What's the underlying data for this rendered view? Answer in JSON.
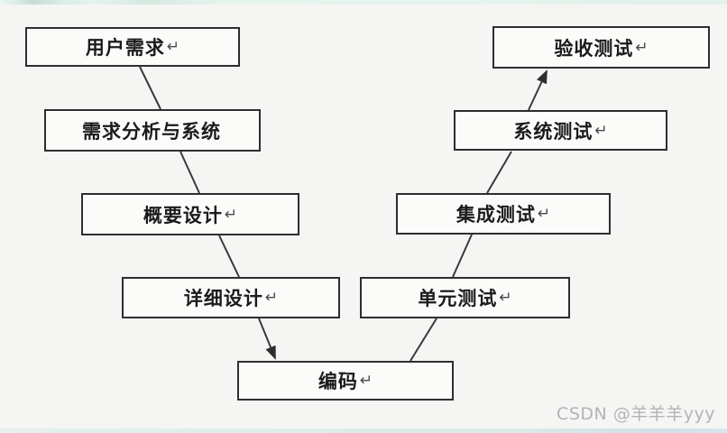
{
  "diagram": {
    "title": "V-model software development flowchart",
    "nodes": [
      {
        "id": "user-requirements",
        "label": "用户需求",
        "mark": "↵"
      },
      {
        "id": "requirements-analysis",
        "label": "需求分析与系统",
        "mark": ""
      },
      {
        "id": "outline-design",
        "label": "概要设计",
        "mark": "↵"
      },
      {
        "id": "detailed-design",
        "label": "详细设计",
        "mark": "↵"
      },
      {
        "id": "coding",
        "label": "编码",
        "mark": "↵"
      },
      {
        "id": "unit-test",
        "label": "单元测试",
        "mark": "↵"
      },
      {
        "id": "integration-test",
        "label": "集成测试",
        "mark": "↵"
      },
      {
        "id": "system-test",
        "label": "系统测试",
        "mark": "↵"
      },
      {
        "id": "acceptance-test",
        "label": "验收测试",
        "mark": "↵"
      }
    ],
    "edges": [
      {
        "from": "user-requirements",
        "to": "requirements-analysis",
        "arrow": false
      },
      {
        "from": "requirements-analysis",
        "to": "outline-design",
        "arrow": false
      },
      {
        "from": "outline-design",
        "to": "detailed-design",
        "arrow": false
      },
      {
        "from": "detailed-design",
        "to": "coding",
        "arrow": true
      },
      {
        "from": "coding",
        "to": "unit-test",
        "arrow": false
      },
      {
        "from": "unit-test",
        "to": "integration-test",
        "arrow": false
      },
      {
        "from": "integration-test",
        "to": "system-test",
        "arrow": false
      },
      {
        "from": "system-test",
        "to": "acceptance-test",
        "arrow": true
      }
    ],
    "colors": {
      "box_border": "#2e2e2e",
      "box_fill": "#fbfbfa",
      "line": "#3a3a3a",
      "background": "#f5f5f4",
      "edge_strip": "#ddf0e8",
      "watermark": "#b4b4b4"
    }
  },
  "watermark": {
    "text": "CSDN @羊羊羊yyy"
  }
}
